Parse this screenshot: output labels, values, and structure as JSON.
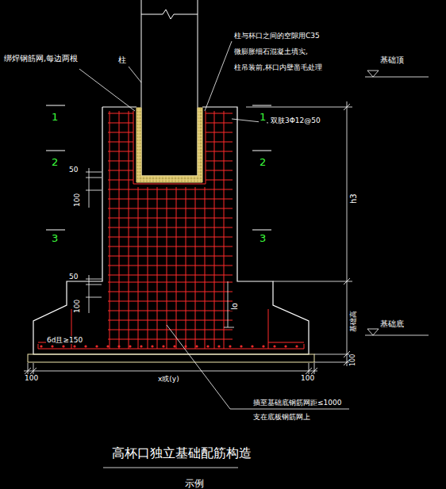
{
  "diagram": {
    "title": "高杯口独立基础配筋构造",
    "labels": [
      "绑焊钢筋网,每边两根",
      "柱",
      "柱与杯口之间的空隙用C35",
      "微膨胀细石混凝土填实,",
      "柱吊装前,杯口内壁凿毛处理",
      "双肢3Φ12@50",
      "1",
      "1",
      "2",
      "2",
      "3",
      "3",
      "50",
      "100",
      "50",
      "100",
      "基础顶",
      "h3",
      "基础高",
      "基础底",
      "lo",
      "6d且≥150",
      "100",
      "x或(y)",
      "100",
      "100",
      "插至基础底钢筋网距≤1000",
      "支在底板钢筋网上",
      "示例"
    ]
  }
}
